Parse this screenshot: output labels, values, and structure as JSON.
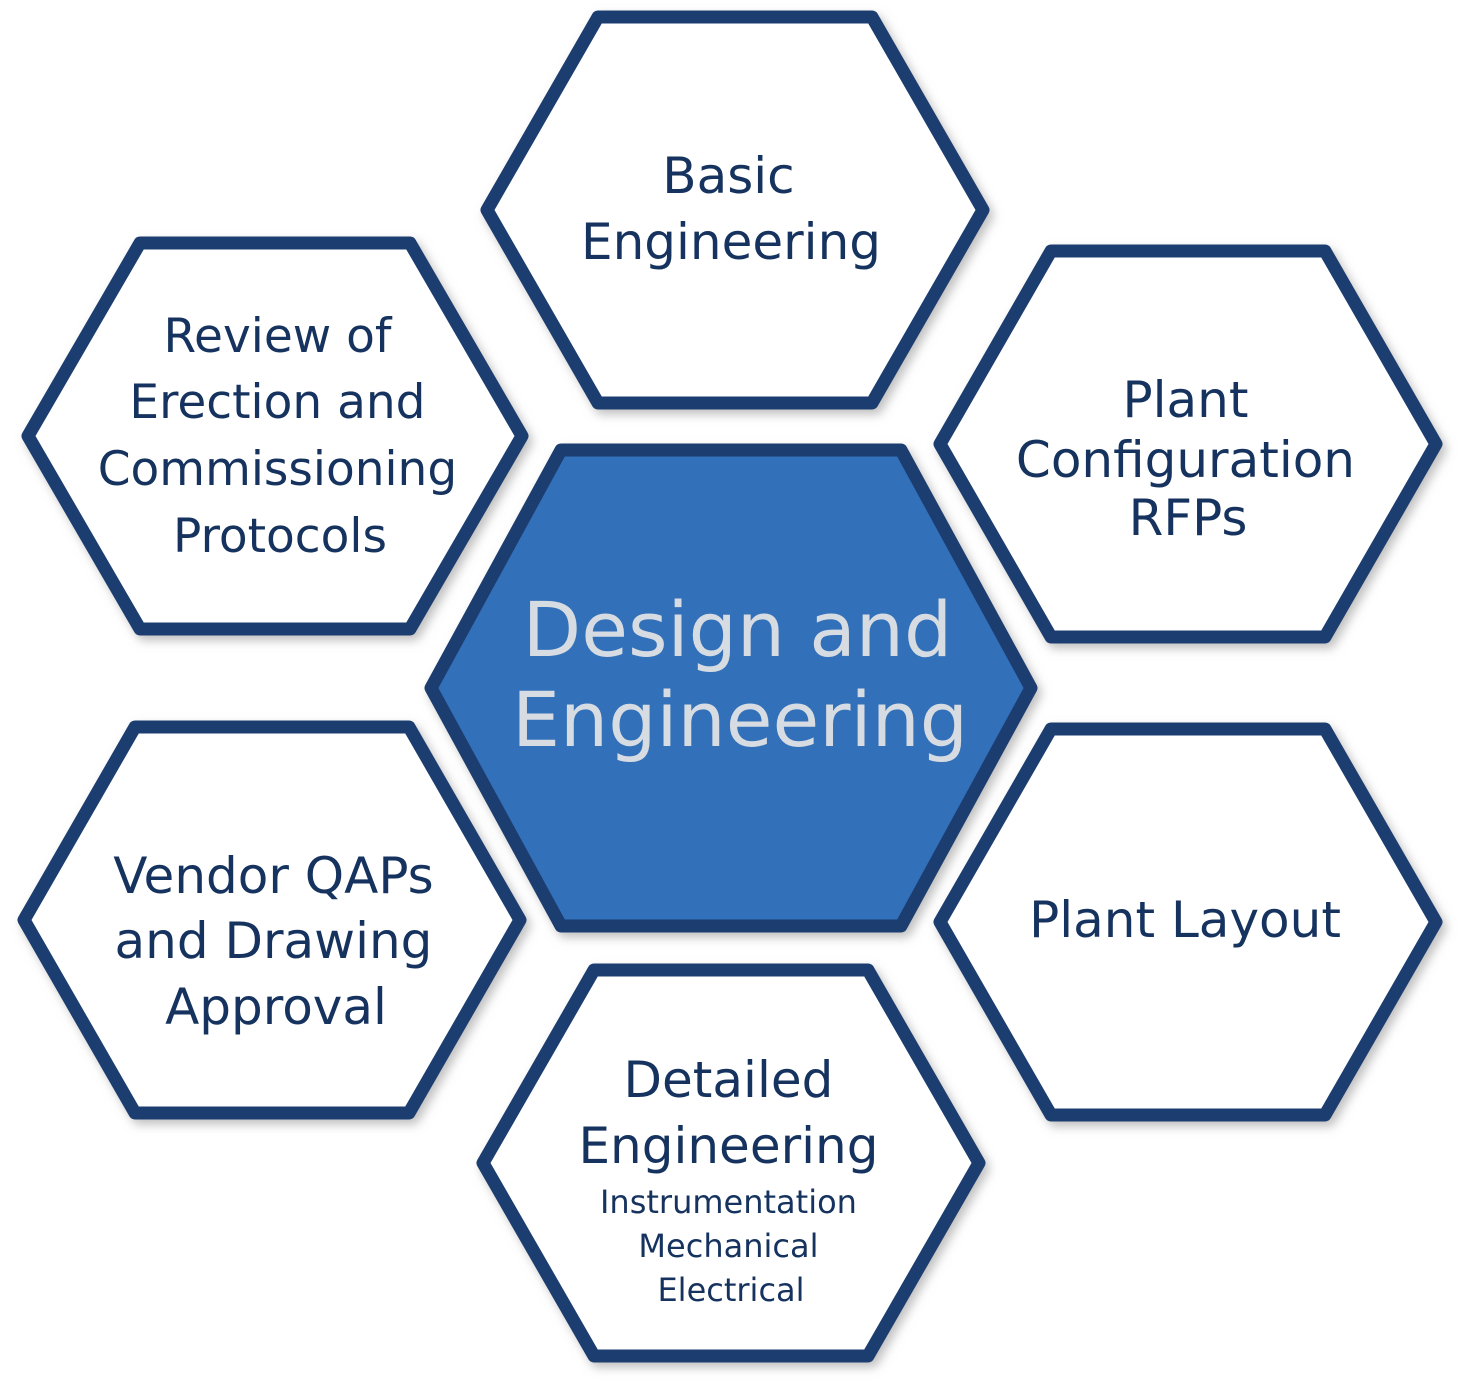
{
  "colors": {
    "hex_border": "#1f3d70",
    "hex_fill_outer": "#ffffff",
    "hex_fill_center": "#316fb9",
    "outer_text": "#15335e",
    "center_text": "#d7dbe2",
    "shadow": "#8c8c8c"
  },
  "center": {
    "lines": [
      "Design and",
      "Engineering"
    ]
  },
  "nodes": [
    {
      "id": "basic-engineering",
      "lines": [
        "Basic",
        "Engineering"
      ],
      "sub_lines": []
    },
    {
      "id": "plant-configuration-rfps",
      "lines": [
        "Plant",
        "Configuration",
        "RFPs"
      ],
      "sub_lines": []
    },
    {
      "id": "plant-layout",
      "lines": [
        "Plant Layout"
      ],
      "sub_lines": []
    },
    {
      "id": "detailed-engineering",
      "lines": [
        "Detailed",
        "Engineering"
      ],
      "sub_lines": [
        "Instrumentation",
        "Mechanical",
        "Electrical"
      ]
    },
    {
      "id": "vendor-qaps",
      "lines": [
        "Vendor QAPs",
        "and Drawing",
        "Approval"
      ],
      "sub_lines": []
    },
    {
      "id": "review-protocols",
      "lines": [
        "Review of",
        "Erection and",
        "Commissioning",
        "Protocols"
      ],
      "sub_lines": []
    }
  ]
}
